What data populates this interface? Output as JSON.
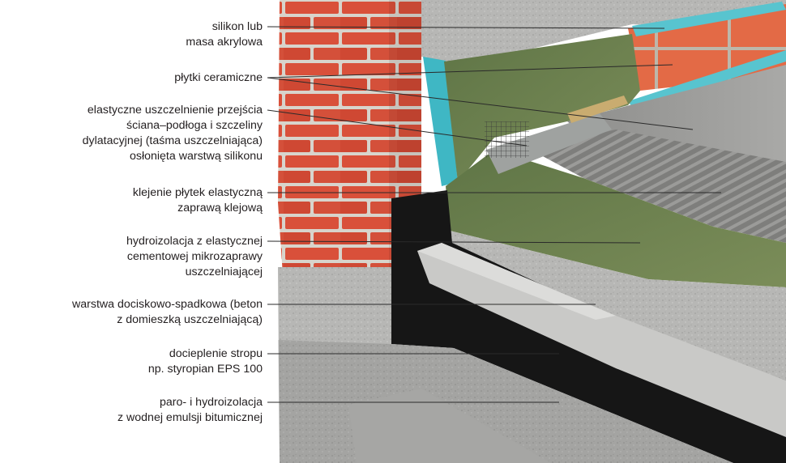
{
  "colors": {
    "brick": "#d9503a",
    "mortar": "#d8d4cc",
    "concrete": "#b3b3b1",
    "membrane_green": "#6f8350",
    "tile_orange": "#e36a46",
    "insulation_cyan": "#3fb7c4",
    "bitumen": "#161616",
    "label_text": "#231f20",
    "leader_line": "#2a2a2a"
  },
  "labels": [
    {
      "lines": [
        "silikon lub",
        "masa akrylowa"
      ]
    },
    {
      "lines": [
        "płytki ceramiczne"
      ]
    },
    {
      "lines": [
        "elastyczne uszczelnienie przejścia",
        "ściana–podłoga i szczeliny",
        "dylatacyjnej (taśma uszczelniająca)",
        "osłonięta warstwą silikonu"
      ]
    },
    {
      "lines": [
        "klejenie płytek elastyczną",
        "zaprawą klejową"
      ]
    },
    {
      "lines": [
        "hydroizolacja z elastycznej",
        "cementowej mikrozaprawy",
        "uszczelniającej"
      ]
    },
    {
      "lines": [
        "warstwa dociskowo-spadkowa (beton",
        "z domieszką uszczelniającą)"
      ]
    },
    {
      "lines": [
        "docieplenie stropu",
        "np. styropian EPS 100"
      ]
    },
    {
      "lines": [
        "paro- i hydroizolacja",
        "z wodnej emulsji bitumicznej"
      ]
    }
  ]
}
